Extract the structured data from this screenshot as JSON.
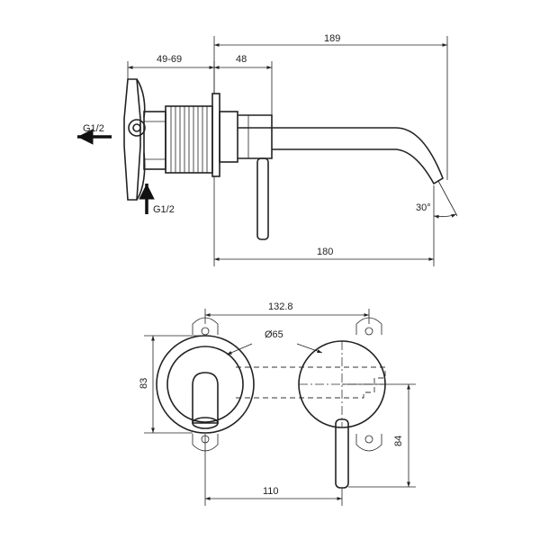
{
  "side_view": {
    "dim_overall_length": "189",
    "dim_wall_depth": "49-69",
    "dim_body_length": "48",
    "dim_spout_reach": "180",
    "dim_angle": "30°",
    "outlet_thread": "G1/2",
    "inlet_thread": "G1/2"
  },
  "front_view": {
    "dim_plate_spacing": "132.8",
    "dim_plate_diameter": "Ø65",
    "dim_plate_height": "83",
    "dim_lever_height": "84",
    "dim_centre_distance": "110"
  }
}
